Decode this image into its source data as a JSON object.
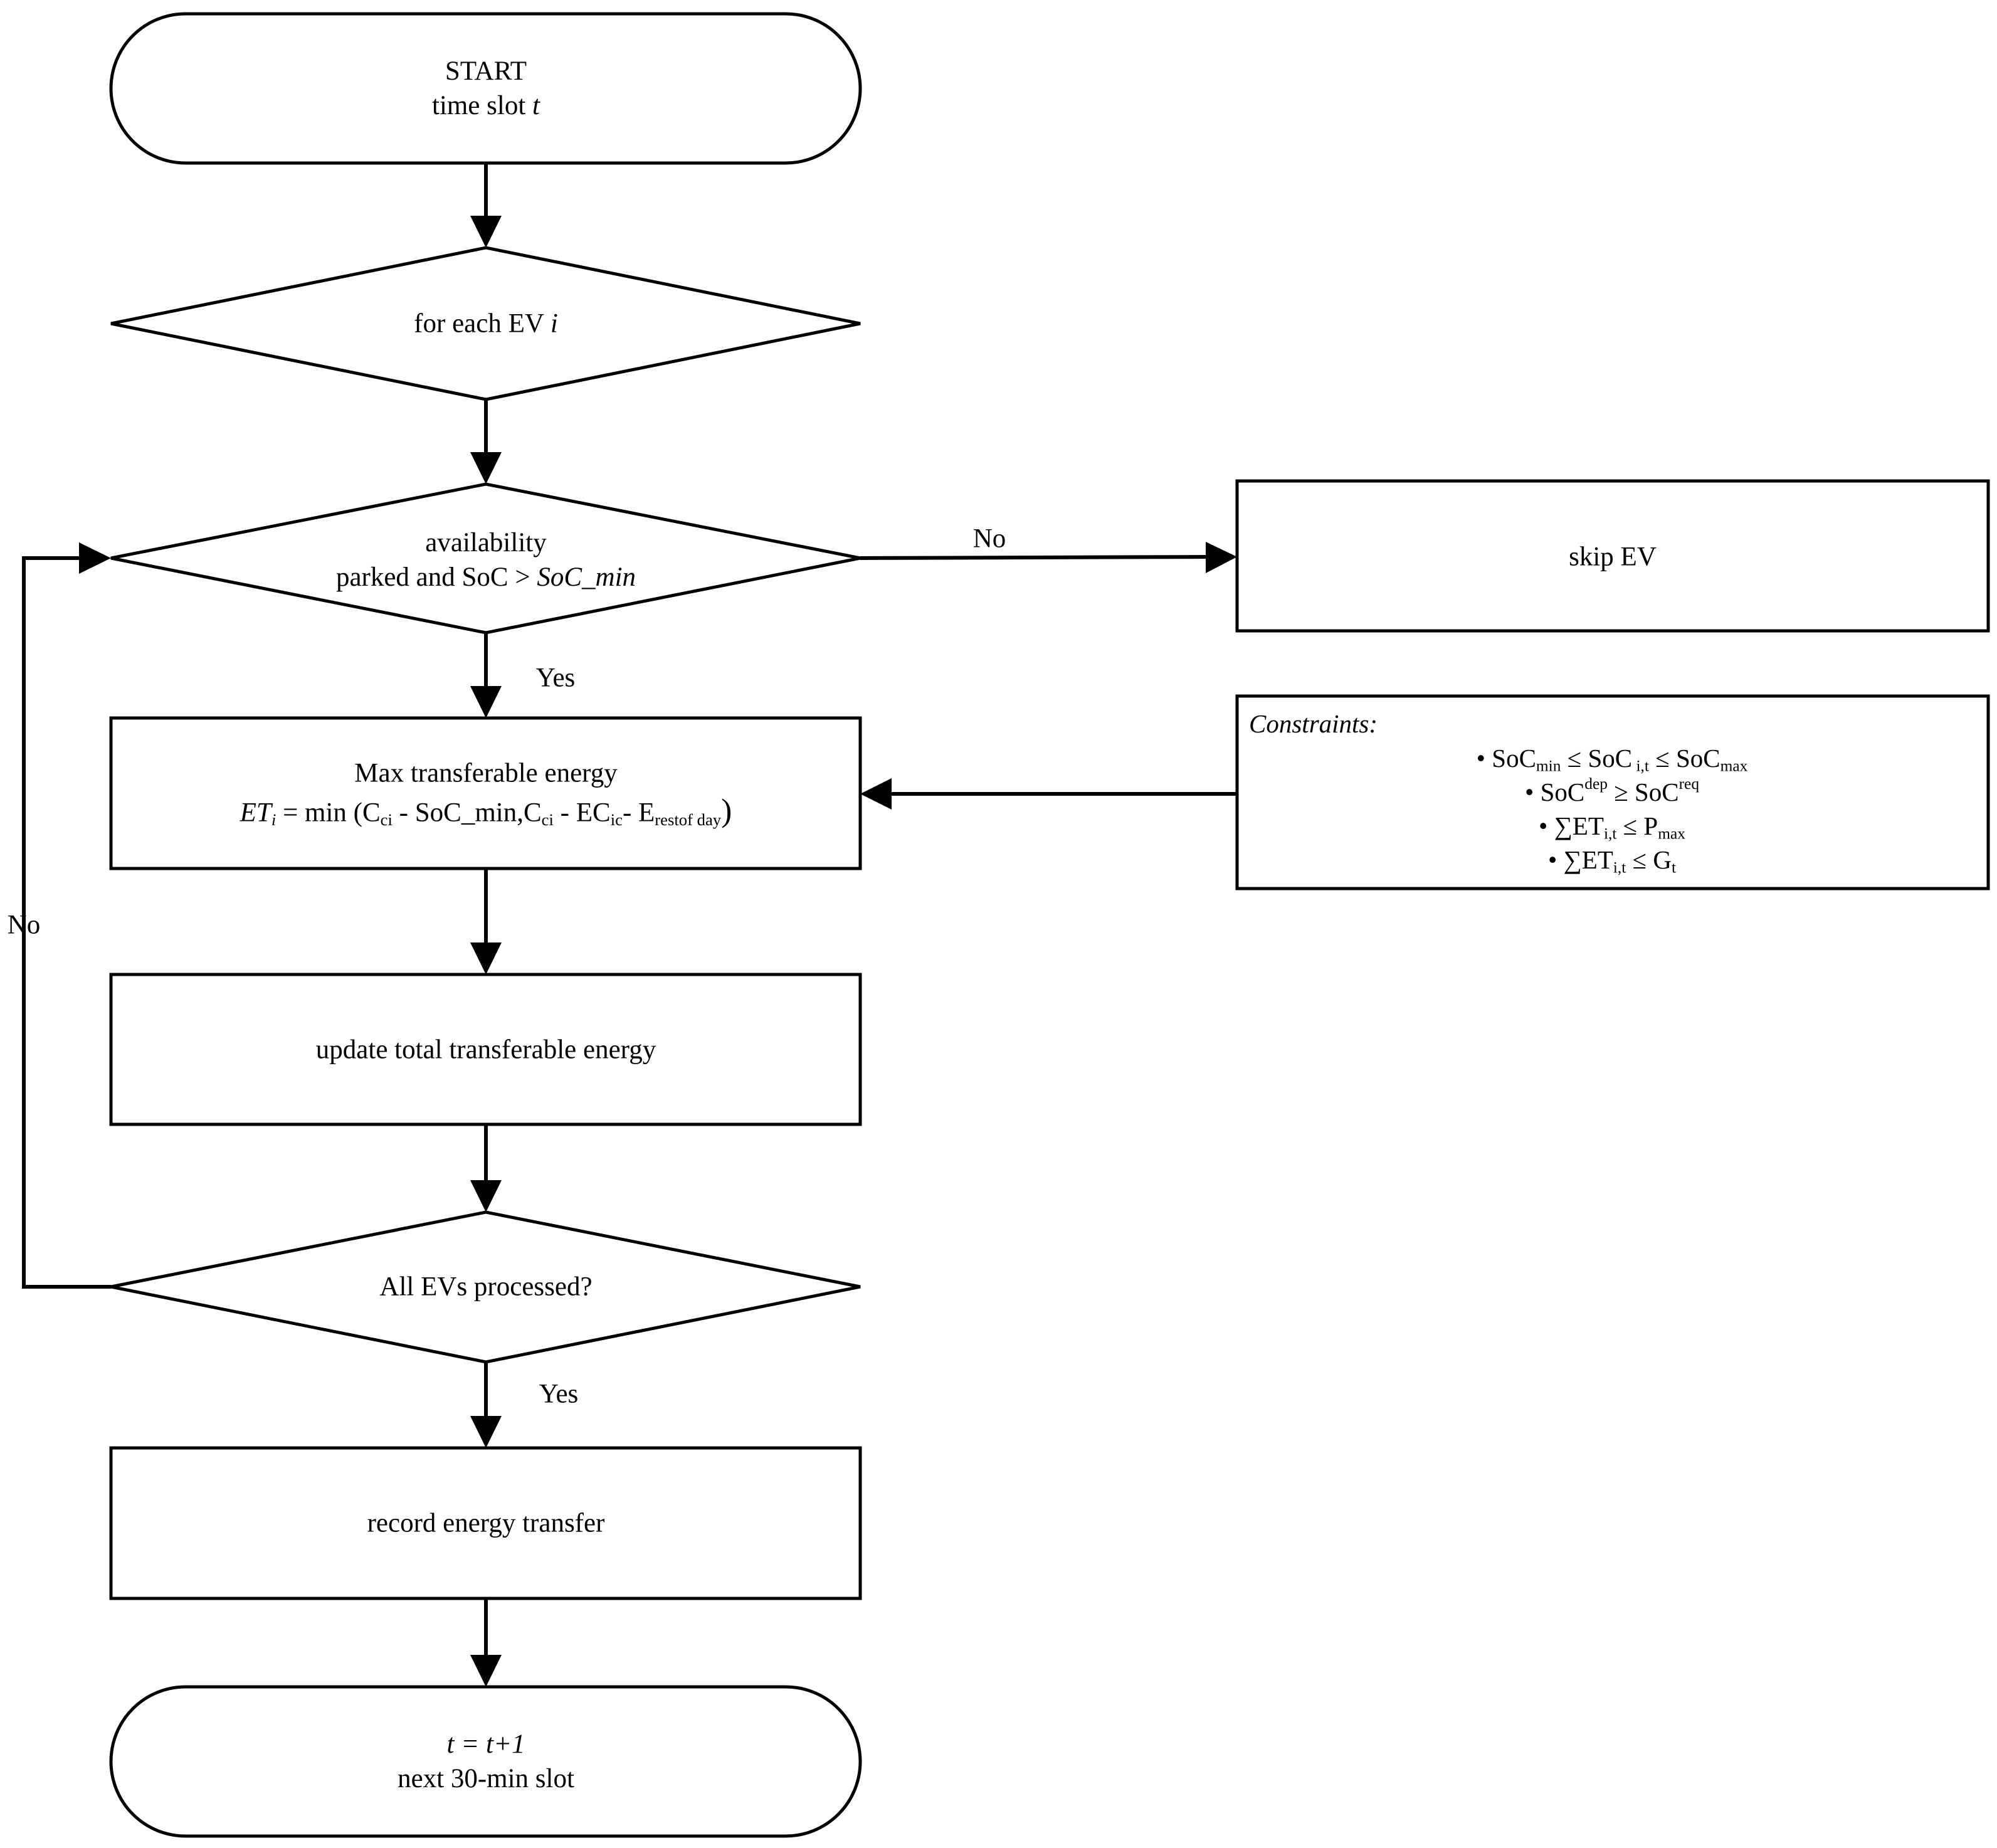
{
  "nodes": {
    "start": {
      "line1": "START",
      "line2_prefix": "time slot ",
      "line2_var": "t"
    },
    "for_each": {
      "prefix": "for each EV ",
      "var": "i"
    },
    "availability": {
      "line1": "availability",
      "line2_prefix": "parked and SoC > ",
      "line2_var": "SoC_min"
    },
    "skip": {
      "label": "skip EV"
    },
    "max_energy": {
      "line1": "Max transferable energy",
      "eq_lhs": "ET",
      "eq_lhs_sub": "i",
      "eq_eq": " = min (C",
      "c1_sub": "ci",
      "part2": " - SoC_min,C",
      "c2_sub": "ci",
      "part3": " - EC",
      "ec_sub": "ic",
      "part4": "- E",
      "e_sub": "restof day",
      "close": ")"
    },
    "update": {
      "label": "update total transferable  energy"
    },
    "all_processed": {
      "label": "All EVs processed?"
    },
    "record": {
      "label": "record energy transfer"
    },
    "end": {
      "line1_var": "t = t+1",
      "line2": "next 30-min slot"
    }
  },
  "edges": {
    "avail_no": "No",
    "avail_yes": "Yes",
    "loop_no": "No",
    "done_yes": "Yes"
  },
  "constraints": {
    "title": "Constraints:",
    "c1": {
      "a": "• SoC",
      "a_sub": "min",
      "b": " ≤ SoC",
      "b_sub": " i,t",
      "c": " ≤ SoC",
      "c_sub": "max"
    },
    "c2": {
      "a": "• SoC",
      "a_sup": "dep",
      "b": " ≥ SoC",
      "b_sup": "req"
    },
    "c3": {
      "a": "• ∑ET",
      "a_sub": "i,t",
      "b": " ≤ P",
      "b_sub": "max"
    },
    "c4": {
      "a": "• ∑ET",
      "a_sub": "i,t",
      "b": " ≤ G",
      "b_sub": "t"
    }
  }
}
